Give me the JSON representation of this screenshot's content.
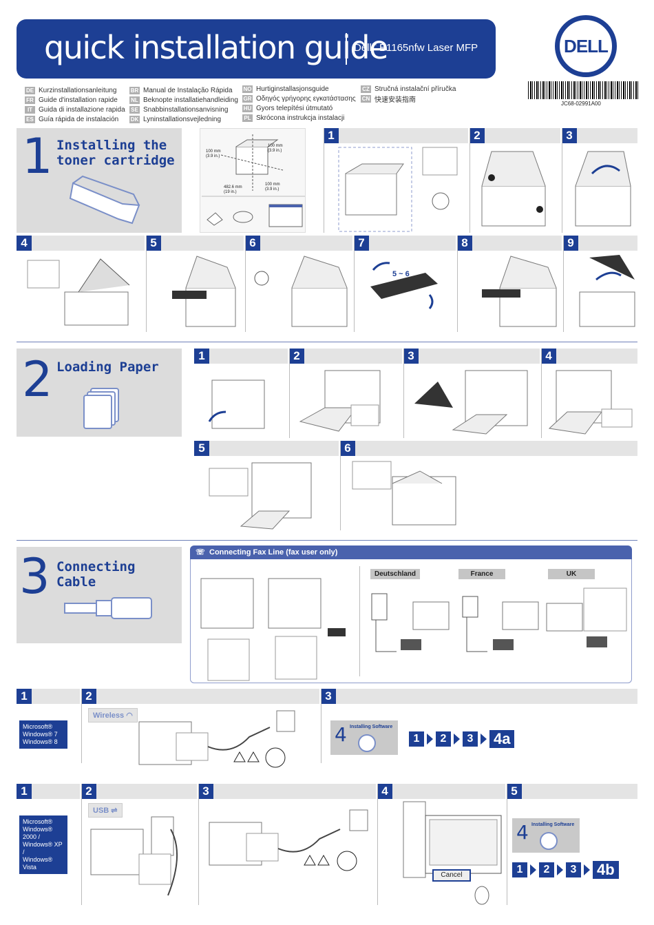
{
  "header": {
    "title": "quick installation guide",
    "model_prefix": "Dell",
    "model_tm": "™",
    "model": "B1165nfw  Laser MFP",
    "logo": "DELL",
    "barcode_text": "JC68-02991A00"
  },
  "languages": [
    [
      {
        "code": "DE",
        "label": "Kurzinstallationsanleitung"
      },
      {
        "code": "FR",
        "label": "Guide d'installation rapide"
      },
      {
        "code": "IT",
        "label": "Guida di installazione rapida"
      },
      {
        "code": "ES",
        "label": "Guía rápida de instalación"
      }
    ],
    [
      {
        "code": "BR",
        "label": "Manual de Instalação Rápida"
      },
      {
        "code": "NL",
        "label": "Beknopte installatiehandleiding"
      },
      {
        "code": "SE",
        "label": "Snabbinstallationsanvisning"
      },
      {
        "code": "DK",
        "label": "Lyninstallationsvejledning"
      }
    ],
    [
      {
        "code": "NO",
        "label": "Hurtiginstallasjonsguide"
      },
      {
        "code": "GR",
        "label": "Οδηγός γρήγορης εγκατάστασης"
      },
      {
        "code": "HU",
        "label": "Gyors telepítési útmutató"
      },
      {
        "code": "PL",
        "label": "Skrócona instrukcja instalacji"
      }
    ],
    [
      {
        "code": "CZ",
        "label": "Stručná instalační příručka"
      },
      {
        "code": "CN",
        "label": "快速安装指南"
      }
    ]
  ],
  "section1": {
    "number": "1",
    "title_line1": "Installing the",
    "title_line2": "toner cartridge",
    "clearance": {
      "top_right": "100 mm",
      "top_right2": "(3.9 in.)",
      "left": "100 mm",
      "left2": "(3.9 in.)",
      "bottom": "482.6 mm",
      "bottom2": "(19 in.)",
      "bottom_right": "100 mm",
      "bottom_right2": "(3.9 in.)"
    },
    "steps": [
      "1",
      "2",
      "3",
      "4",
      "5",
      "6",
      "7",
      "8",
      "9"
    ],
    "shake_label": "5 ~ 6"
  },
  "section2": {
    "number": "2",
    "title": "Loading Paper",
    "steps": [
      "1",
      "2",
      "3",
      "4",
      "5",
      "6"
    ]
  },
  "section3": {
    "number": "3",
    "title": "Connecting Cable",
    "fax_title": "Connecting Fax Line (fax user only)",
    "countries": [
      "Deutschland",
      "France",
      "UK"
    ]
  },
  "wireless": {
    "steps": [
      "1",
      "2",
      "3"
    ],
    "os": [
      "Microsoft®",
      "Windows® 7",
      "Windows® 8"
    ],
    "tag": "Wireless",
    "install_num": "4",
    "install_label": "Installing Software",
    "chain": [
      "1",
      "2",
      "3"
    ],
    "end": "4a"
  },
  "usb": {
    "steps": [
      "1",
      "2",
      "3",
      "4",
      "5"
    ],
    "os": [
      "Microsoft®",
      "Windows® 2000 /",
      "Windows® XP /",
      "Windows® Vista"
    ],
    "tag": "USB",
    "cancel": "Cancel",
    "install_num": "4",
    "install_label": "Installing Software",
    "chain": [
      "1",
      "2",
      "3"
    ],
    "end": "4b"
  }
}
